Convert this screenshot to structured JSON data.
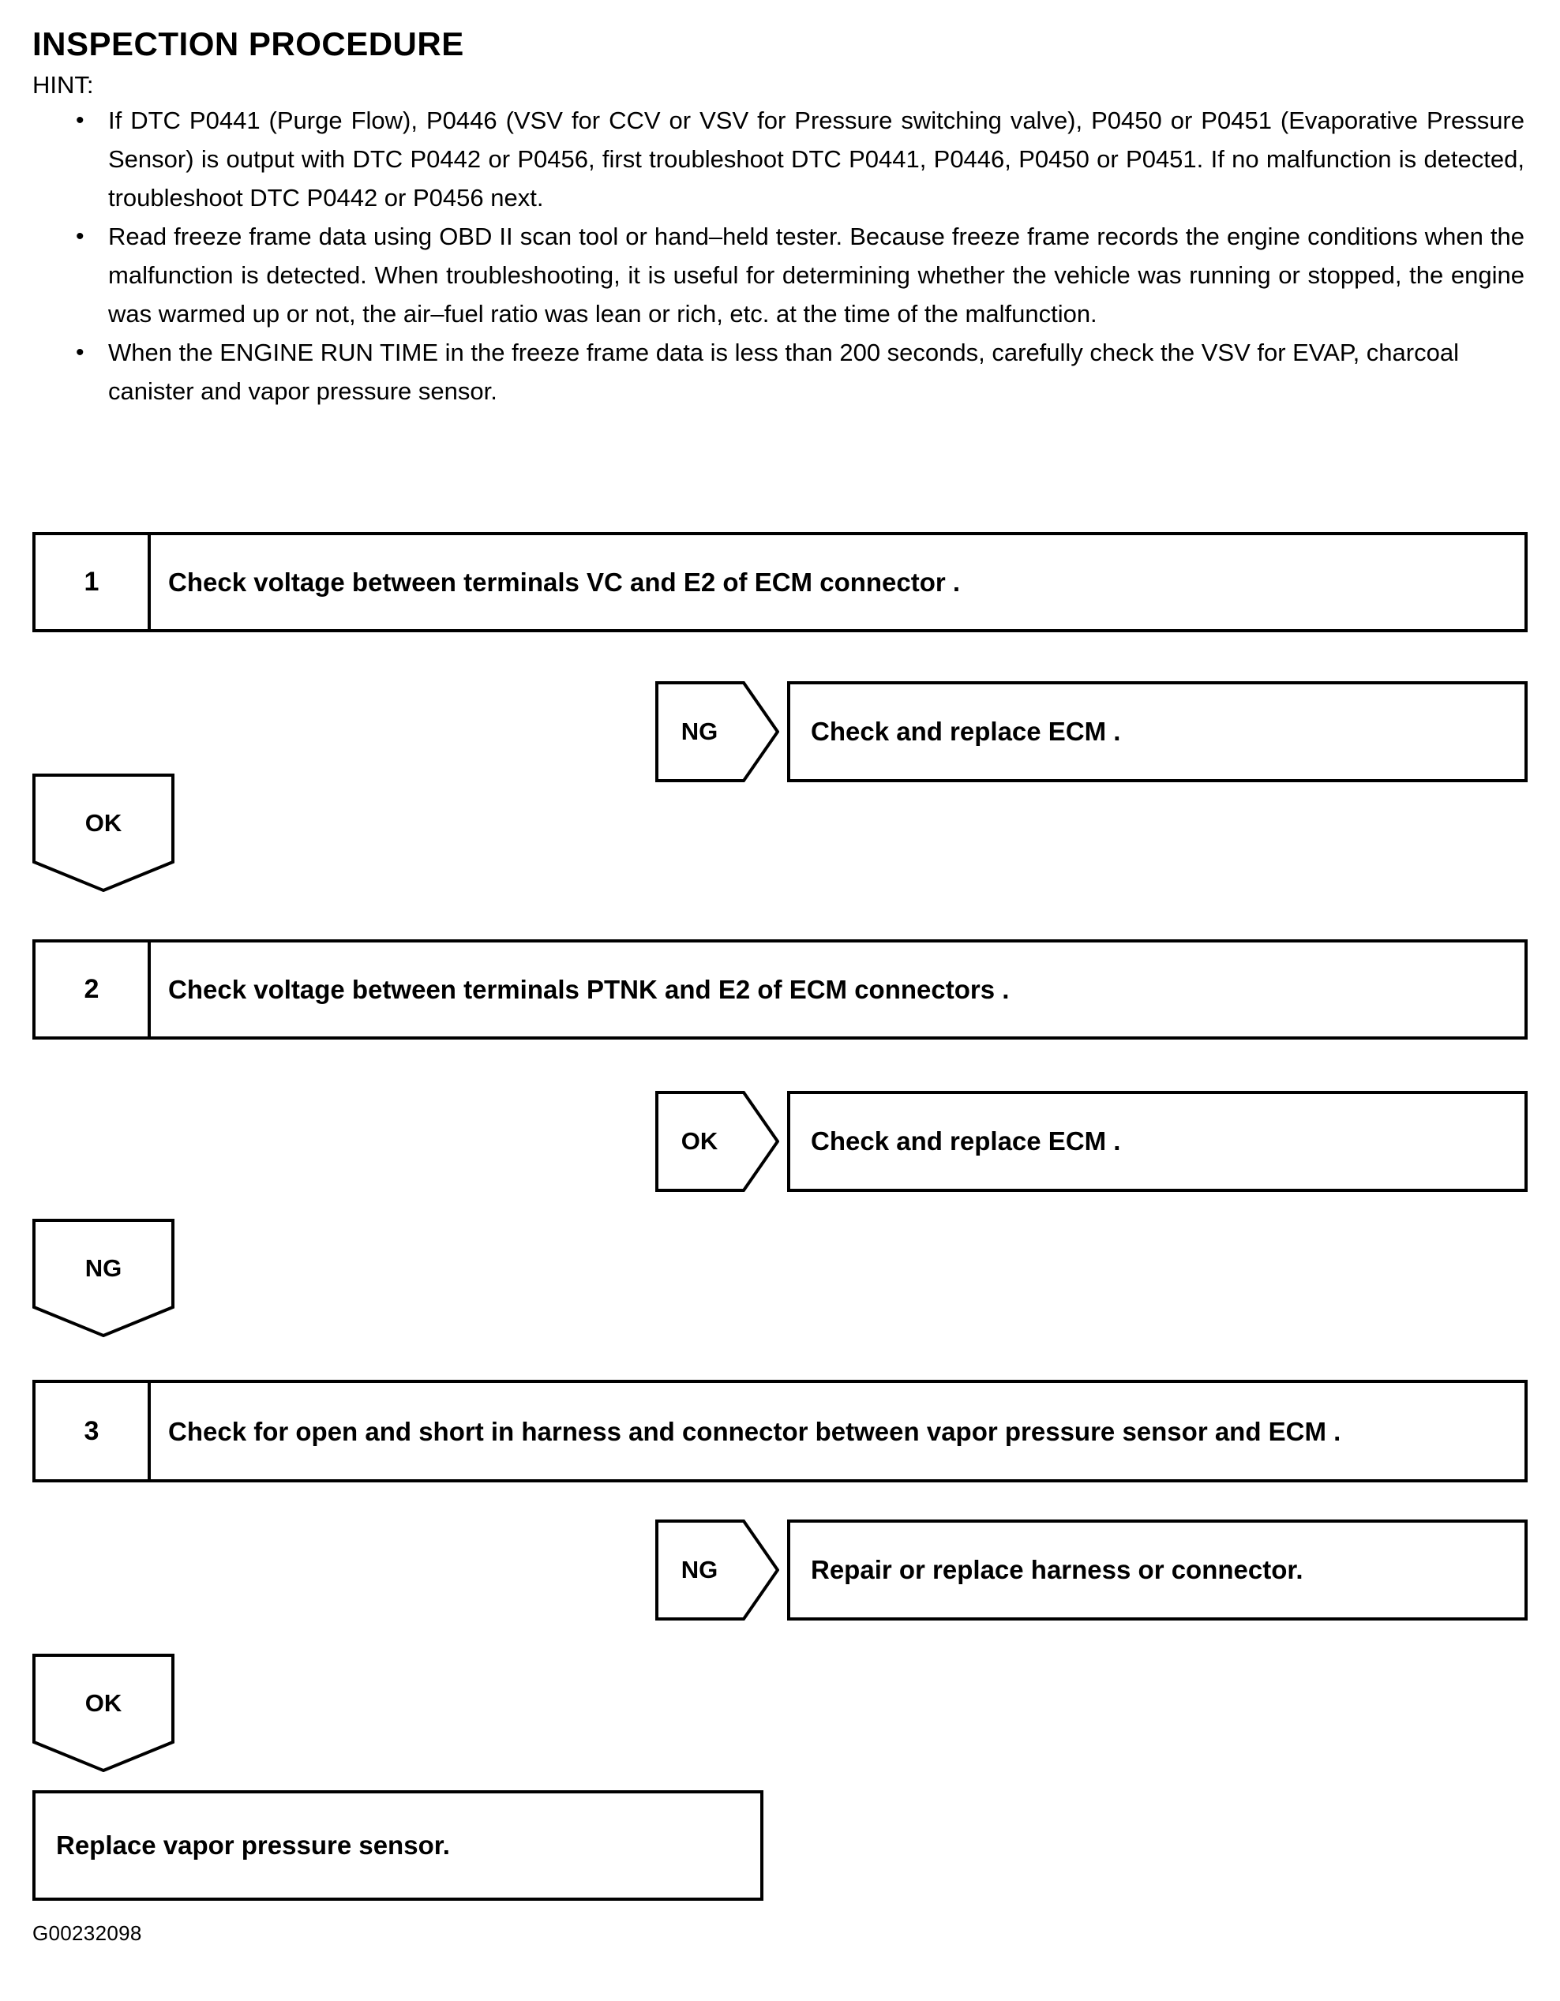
{
  "document": {
    "title": "INSPECTION PROCEDURE",
    "hint_label": "HINT:",
    "footer_code": "G00232098",
    "bullet_glyph": "•"
  },
  "hints": [
    {
      "text": "If DTC P0441 (Purge Flow), P0446 (VSV for CCV or VSV for Pressure switching valve), P0450 or P0451 (Evaporative Pressure Sensor) is output with DTC P0442 or P0456, first troubleshoot DTC P0441, P0446, P0450 or P0451. If no malfunction is detected, troubleshoot DTC P0442 or P0456 next."
    },
    {
      "text": "Read freeze frame data using OBD II scan tool or hand–held tester. Because freeze frame records the engine conditions when the malfunction is detected. When troubleshooting, it is useful for determining whether the vehicle was running or stopped, the engine was warmed up or not, the air–fuel ratio was lean or rich, etc. at the time of the malfunction."
    },
    {
      "text": "When the ENGINE RUN TIME in the freeze frame data is less than 200 seconds, carefully check the VSV for EVAP, charcoal canister and vapor pressure sensor."
    }
  ],
  "flow": {
    "steps": [
      {
        "number": "1",
        "text": "Check voltage between terminals VC and E2 of ECM connector .",
        "branch": {
          "tag": "NG",
          "result": "Check and replace ECM ."
        },
        "continue_tag": "OK"
      },
      {
        "number": "2",
        "text": "Check voltage between terminals PTNK and E2 of ECM connectors .",
        "branch": {
          "tag": "OK",
          "result": "Check and replace ECM ."
        },
        "continue_tag": "NG"
      },
      {
        "number": "3",
        "text": "Check for open and short in harness and connector between vapor pressure sensor and ECM .",
        "branch": {
          "tag": "NG",
          "result": "Repair or replace harness or connector."
        },
        "continue_tag": "OK"
      }
    ],
    "conclusion": "Replace vapor pressure sensor."
  }
}
